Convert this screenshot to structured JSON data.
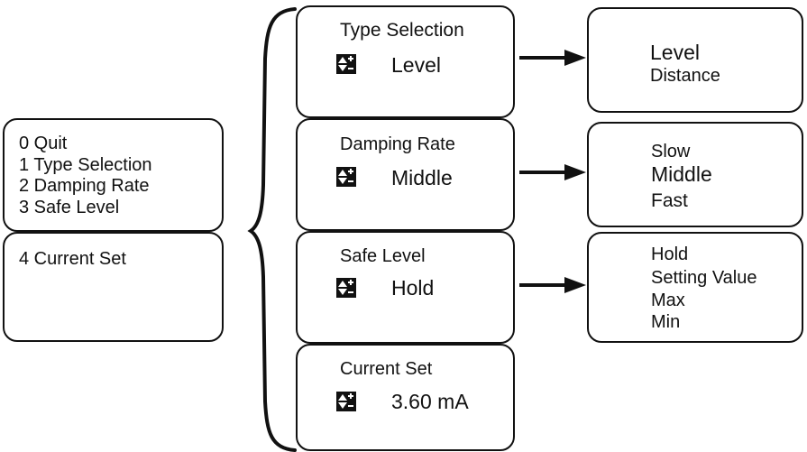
{
  "left_menu": {
    "items": [
      "0  Quit",
      "1  Type  Selection",
      "2 Damping Rate",
      "3 Safe Level"
    ],
    "current_set_item": "4  Current  Set"
  },
  "settings": [
    {
      "title": "Type  Selection",
      "value": "Level",
      "icon": "updown-plus-minus-icon"
    },
    {
      "title": "Damping Rate",
      "value": "Middle",
      "icon": "updown-plus-minus-icon"
    },
    {
      "title": "Safe Level",
      "value": "Hold",
      "icon": "updown-plus-minus-icon"
    },
    {
      "title": "Current  Set",
      "value": "3.60 mA",
      "icon": "updown-plus-minus-icon"
    }
  ],
  "options": [
    [
      "Level",
      "Distance"
    ],
    [
      "Slow",
      "Middle",
      "Fast"
    ],
    [
      "Hold",
      "Setting  Value",
      "Max",
      "Min"
    ]
  ]
}
